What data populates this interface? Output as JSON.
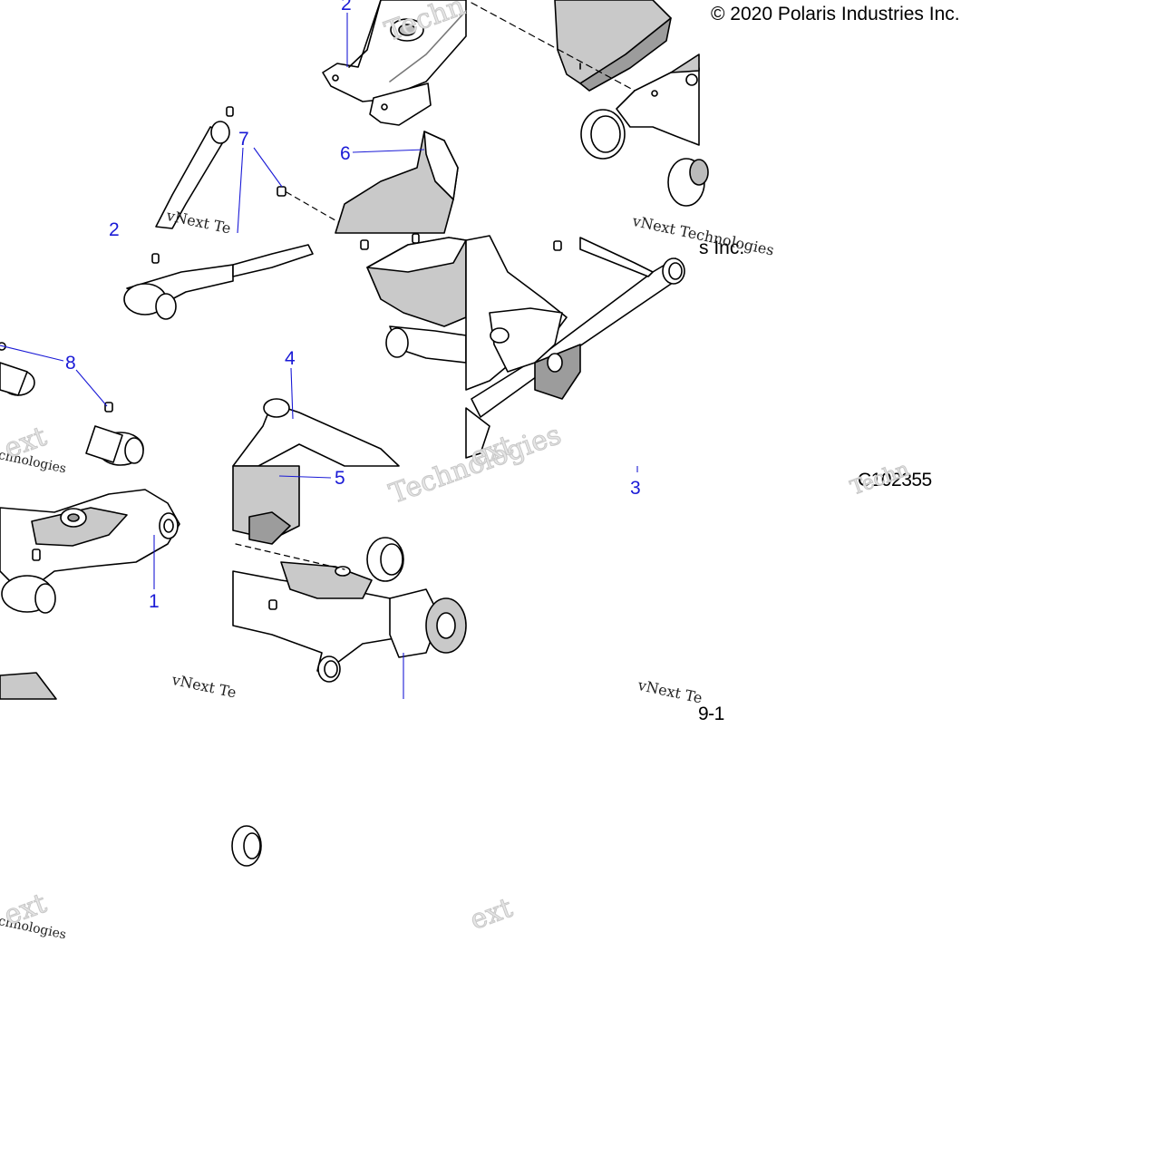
{
  "diagram": {
    "copyright": "© 2020 Polaris Industries Inc.",
    "copyright_fragment": "s Inc.",
    "figure_code": "C102355",
    "figure_fragment": "9-1",
    "callouts": [
      {
        "id": "c1",
        "label": "1"
      },
      {
        "id": "c2a",
        "label": "2"
      },
      {
        "id": "c2b",
        "label": "2"
      },
      {
        "id": "c3",
        "label": "3"
      },
      {
        "id": "c4",
        "label": "4"
      },
      {
        "id": "c5",
        "label": "5"
      },
      {
        "id": "c6",
        "label": "6"
      },
      {
        "id": "c7",
        "label": "7"
      },
      {
        "id": "c8",
        "label": "8"
      }
    ],
    "watermark": {
      "company": "vNext Technologies",
      "short": "vNext Te",
      "frag_tech": "Techn",
      "frag_ext": "ext",
      "frag_technologies": "Technologies",
      "frag_chnologies": "chnologies"
    }
  },
  "colors": {
    "callout": "#1a1ad6",
    "part_fill": "#ffffff",
    "part_shade": "#c9c9c9",
    "part_dark": "#9c9c9c",
    "outline": "#000000"
  }
}
